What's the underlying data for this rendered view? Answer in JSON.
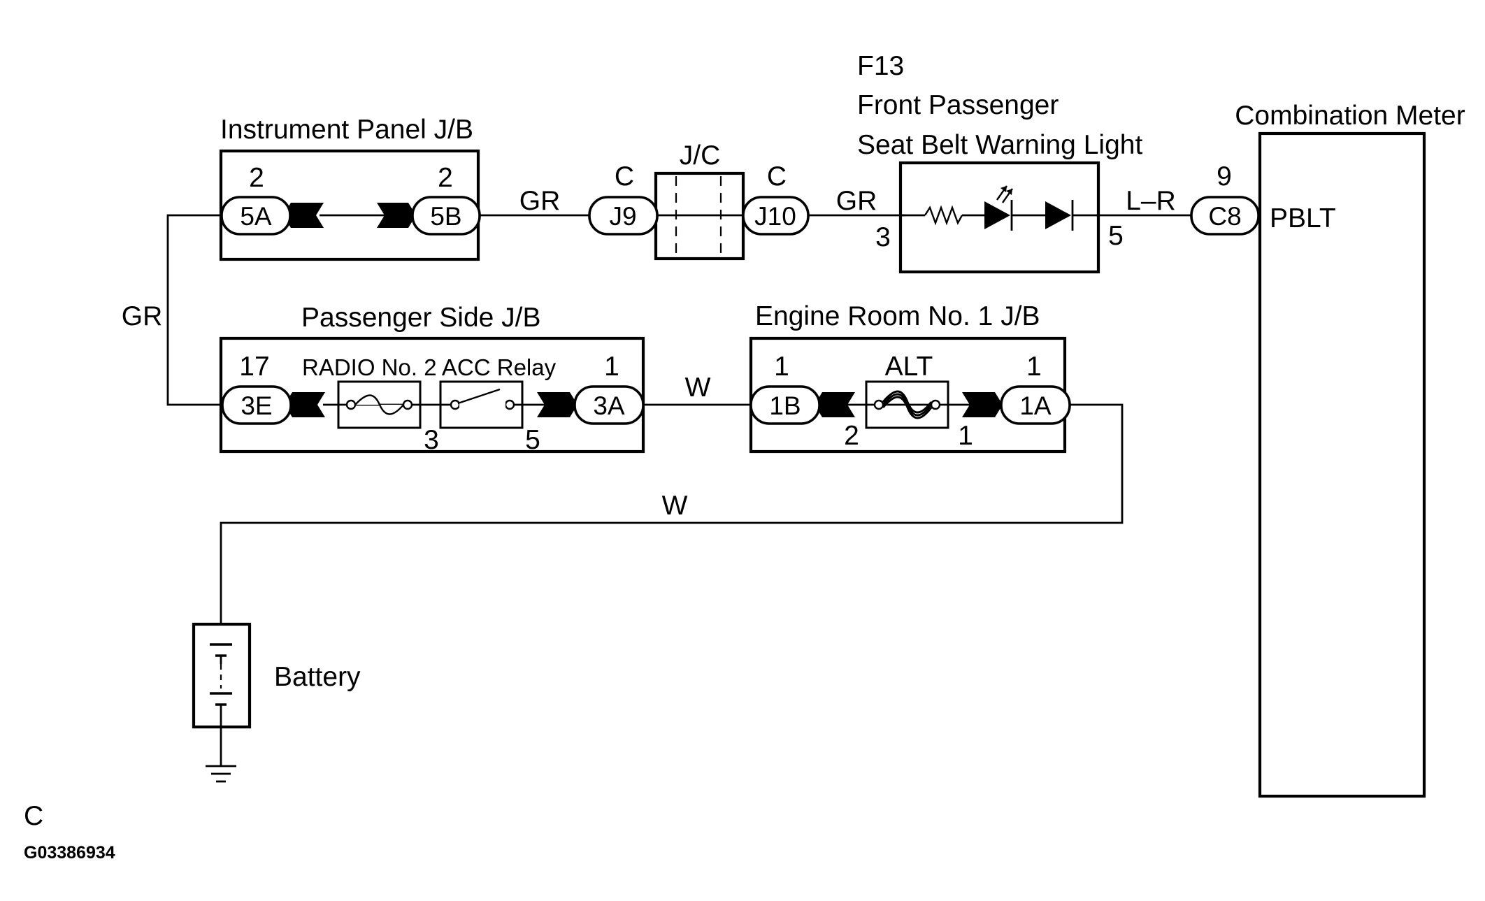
{
  "connector_heading": "F13",
  "component_name_line1": "Front Passenger",
  "component_name_line2": "Seat Belt Warning Light",
  "blocks": {
    "instrument_panel": {
      "title": "Instrument Panel J/B",
      "connectors": [
        "5A",
        "5B"
      ],
      "pins": [
        "2",
        "2"
      ]
    },
    "passenger_side": {
      "title": "Passenger Side J/B",
      "relay_label": "RADIO No. 2 ACC Relay",
      "connectors": [
        "3E",
        "3A"
      ],
      "pins": [
        "17",
        "1"
      ],
      "relay_pins": [
        "3",
        "5"
      ]
    },
    "engine_room": {
      "title": "Engine Room No. 1 J/B",
      "fuse_label": "ALT",
      "connectors": [
        "1B",
        "1A"
      ],
      "pins": [
        "1",
        "1"
      ],
      "fuse_pins": [
        "2",
        "1"
      ]
    },
    "junction_connector": {
      "title": "J/C",
      "connectors": [
        "J9",
        "J10"
      ],
      "pins": [
        "C",
        "C"
      ]
    },
    "warning_light": {
      "pins": [
        "3",
        "5"
      ]
    },
    "combination_meter": {
      "title": "Combination Meter",
      "connector": "C8",
      "pin": "9",
      "terminal": "PBLT"
    },
    "battery": {
      "label": "Battery"
    }
  },
  "wire_colors": {
    "ipjb_to_jc": "GR",
    "jc_to_light": "GR",
    "light_to_meter": "L–R",
    "left_vertical": "GR",
    "psjb_to_erjb": "W",
    "erjb_to_battery": "W"
  },
  "footer": {
    "section": "C",
    "figure_id": "G03386934"
  }
}
